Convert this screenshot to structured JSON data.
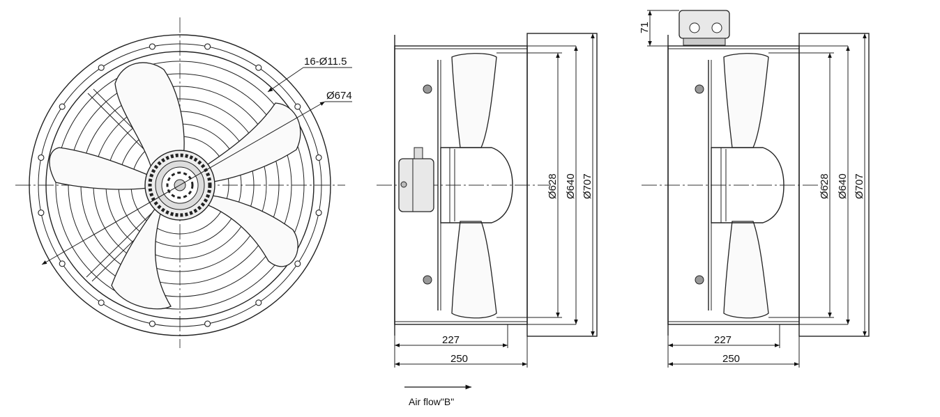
{
  "front_view": {
    "bolt_holes_label": "16-Ø11.5",
    "pcd_label": "Ø674"
  },
  "side_view_b": {
    "dia_inner": "Ø628",
    "dia_mid": "Ø640",
    "dia_outer": "Ø707",
    "len_short": "227",
    "len_long": "250",
    "airflow_label": "Air flow\"B\""
  },
  "side_view_a": {
    "box_height": "71",
    "dia_inner": "Ø628",
    "dia_mid": "Ø640",
    "dia_outer": "Ø707",
    "len_short": "227",
    "len_long": "250"
  },
  "colors": {
    "line": "#222222",
    "background": "#ffffff"
  }
}
